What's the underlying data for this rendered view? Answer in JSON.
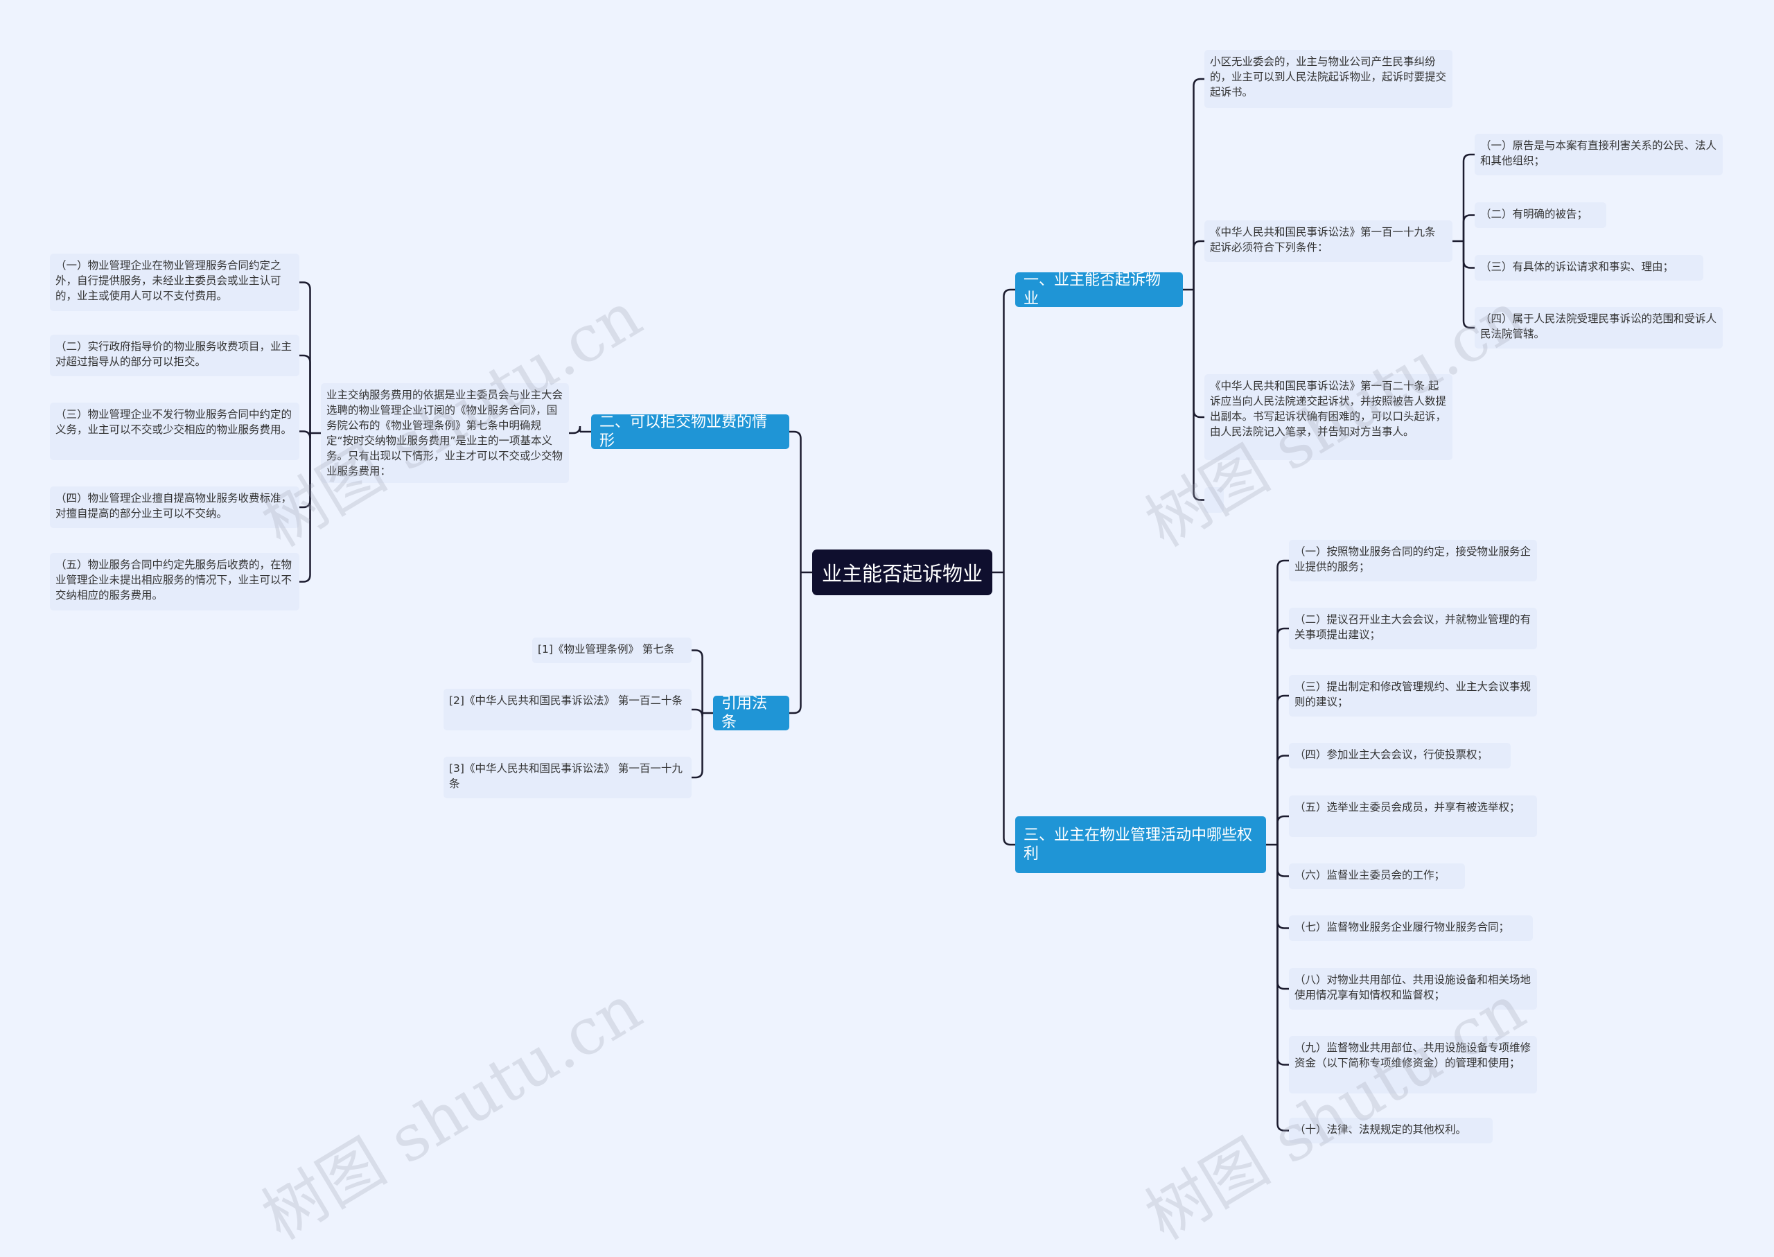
{
  "root": {
    "label": "业主能否起诉物业"
  },
  "branches": {
    "b1": {
      "label": "一、业主能否起诉物业"
    },
    "b2": {
      "label": "二、可以拒交物业费的情形"
    },
    "b3": {
      "label": "三、业主在物业管理活动中哪些权利"
    },
    "b4": {
      "label": "引用法条"
    }
  },
  "b1": {
    "n1": "小区无业委会的，业主与物业公司产生民事纠纷的，业主可以到人民法院起诉物业，起诉时要提交起诉书。",
    "n2": "《中华人民共和国民事诉讼法》第一百一十九条 起诉必须符合下列条件：",
    "n2_items": [
      "（一）原告是与本案有直接利害关系的公民、法人和其他组织；",
      "（二）有明确的被告；",
      "（三）有具体的诉讼请求和事实、理由；",
      "（四）属于人民法院受理民事诉讼的范围和受诉人民法院管辖。"
    ],
    "n3": "《中华人民共和国民事诉讼法》第一百二十条 起诉应当向人民法院递交起诉状，并按照被告人数提出副本。书写起诉状确有困难的，可以口头起诉，由人民法院记入笔录，并告知对方当事人。",
    "n4": ""
  },
  "b2": {
    "main": "业主交纳服务费用的依据是业主委员会与业主大会选聘的物业管理企业订阅的《物业服务合同》，国务院公布的《物业管理条例》第七条中明确规定“按时交纳物业服务费用”是业主的一项基本义务。只有出现以下情形，业主才可以不交或少交物业服务费用：",
    "items": [
      "（一）物业管理企业在物业管理服务合同约定之外，自行提供服务，未经业主委员会或业主认可的，业主或使用人可以不支付费用。",
      "（二）实行政府指导价的物业服务收费项目，业主对超过指导从的部分可以拒交。",
      "（三）物业管理企业不发行物业服务合同中约定的义务，业主可以不交或少交相应的物业服务费用。",
      "（四）物业管理企业擅自提高物业服务收费标准，对擅自提高的部分业主可以不交纳。",
      "（五）物业服务合同中约定先服务后收费的，在物业管理企业未提出相应服务的情况下，业主可以不交纳相应的服务费用。"
    ]
  },
  "b3": {
    "items": [
      "（一）按照物业服务合同的约定，接受物业服务企业提供的服务；",
      "（二）提议召开业主大会会议，并就物业管理的有关事项提出建议；",
      "（三）提出制定和修改管理规约、业主大会议事规则的建议；",
      "（四）参加业主大会会议，行使投票权；",
      "（五）选举业主委员会成员，并享有被选举权；",
      "（六）监督业主委员会的工作；",
      "（七）监督物业服务企业履行物业服务合同；",
      "（八）对物业共用部位、共用设施设备和相关场地使用情况享有知情权和监督权；",
      "（九）监督物业共用部位、共用设施设备专项维修资金（以下简称专项维修资金）的管理和使用；",
      "（十）法律、法规规定的其他权利。"
    ]
  },
  "b4": {
    "items": [
      "[1]《物业管理条例》 第七条",
      "[2]《中华人民共和国民事诉讼法》 第一百二十条",
      "[3]《中华人民共和国民事诉讼法》 第一百一十九条"
    ]
  },
  "watermark": "树图 shutu.cn",
  "colors": {
    "background": "#eef3fe",
    "root": "#0f0f2e",
    "branch": "#1f95d6",
    "leaf": "#e5ecfb",
    "line": "#1b1b2e"
  }
}
